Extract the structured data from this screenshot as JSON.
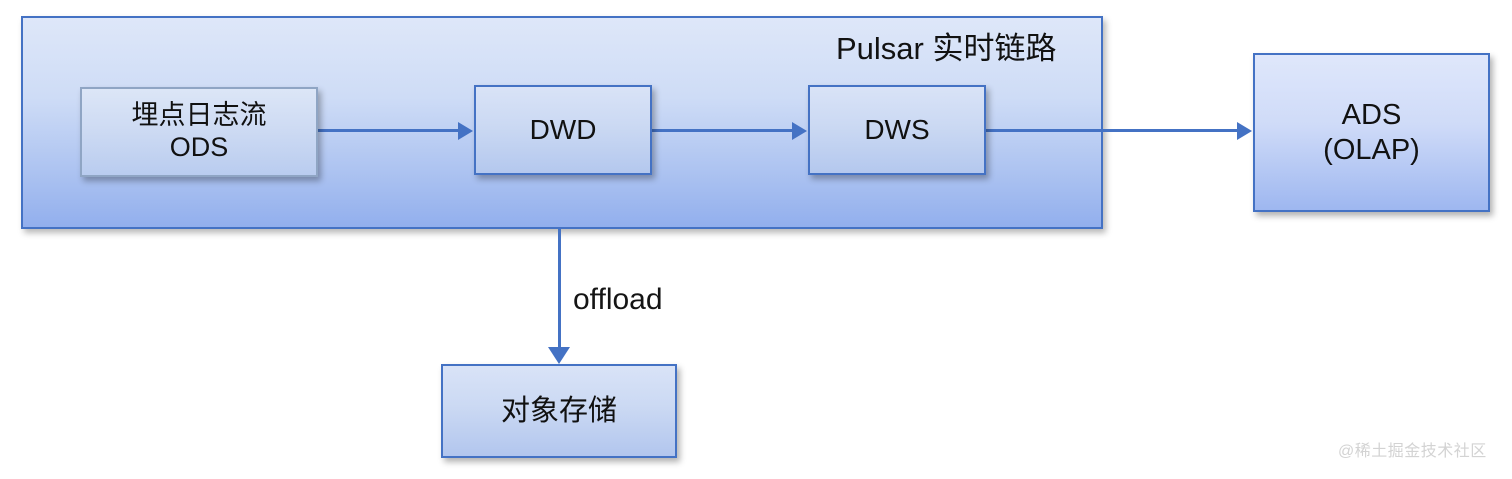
{
  "diagram": {
    "title": "Pulsar 实时链路",
    "background_color": "#FFFFFF",
    "accent_color": "#4472C4",
    "container": {
      "label": "Pulsar 实时链路",
      "border_color": "#4472C4",
      "fill_top": "#DEE7F9",
      "fill_bottom": "#92AFED"
    },
    "nodes": [
      {
        "id": "ods",
        "label": "埋点日志流\nODS",
        "border_color": "#8FA5C4",
        "fill": "#CEDBF3"
      },
      {
        "id": "dwd",
        "label": "DWD",
        "border_color": "#4472C4",
        "fill": "#CBD9F3"
      },
      {
        "id": "dws",
        "label": "DWS",
        "border_color": "#4472C4",
        "fill": "#CBD9F3"
      },
      {
        "id": "ads",
        "label": "ADS\n(OLAP)",
        "border_color": "#4472C4",
        "fill": "#CFDBF8"
      },
      {
        "id": "object-storage",
        "label": "对象存储",
        "border_color": "#4472C4",
        "fill": "#CBD9F3"
      }
    ],
    "connectors": [
      {
        "id": "ods-to-dwd",
        "from": "ods",
        "to": "dwd",
        "label": "",
        "direction": "right",
        "color": "#4472C4"
      },
      {
        "id": "dwd-to-dws",
        "from": "dwd",
        "to": "dws",
        "label": "",
        "direction": "right",
        "color": "#4472C4"
      },
      {
        "id": "dws-to-ads",
        "from": "dws",
        "to": "ads",
        "label": "",
        "direction": "right",
        "color": "#4472C4"
      },
      {
        "id": "pulsar-to-object-storage",
        "from": "container",
        "to": "object-storage",
        "label": "offload",
        "direction": "down",
        "color": "#4472C4"
      }
    ],
    "offload_label": "offload",
    "watermark": "@稀土掘金技术社区"
  }
}
